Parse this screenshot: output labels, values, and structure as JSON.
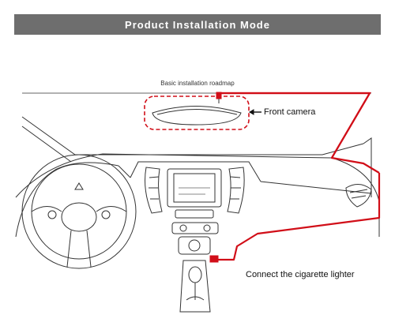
{
  "header": {
    "title": "Product Installation Mode"
  },
  "diagram": {
    "subtitle": "Basic installation roadmap",
    "labels": {
      "front_camera": "Front camera",
      "cigarette_lighter": "Connect the cigarette lighter"
    }
  },
  "colors": {
    "banner": "#6e6e6e",
    "cable": "#d10e18",
    "line": "#333333"
  }
}
